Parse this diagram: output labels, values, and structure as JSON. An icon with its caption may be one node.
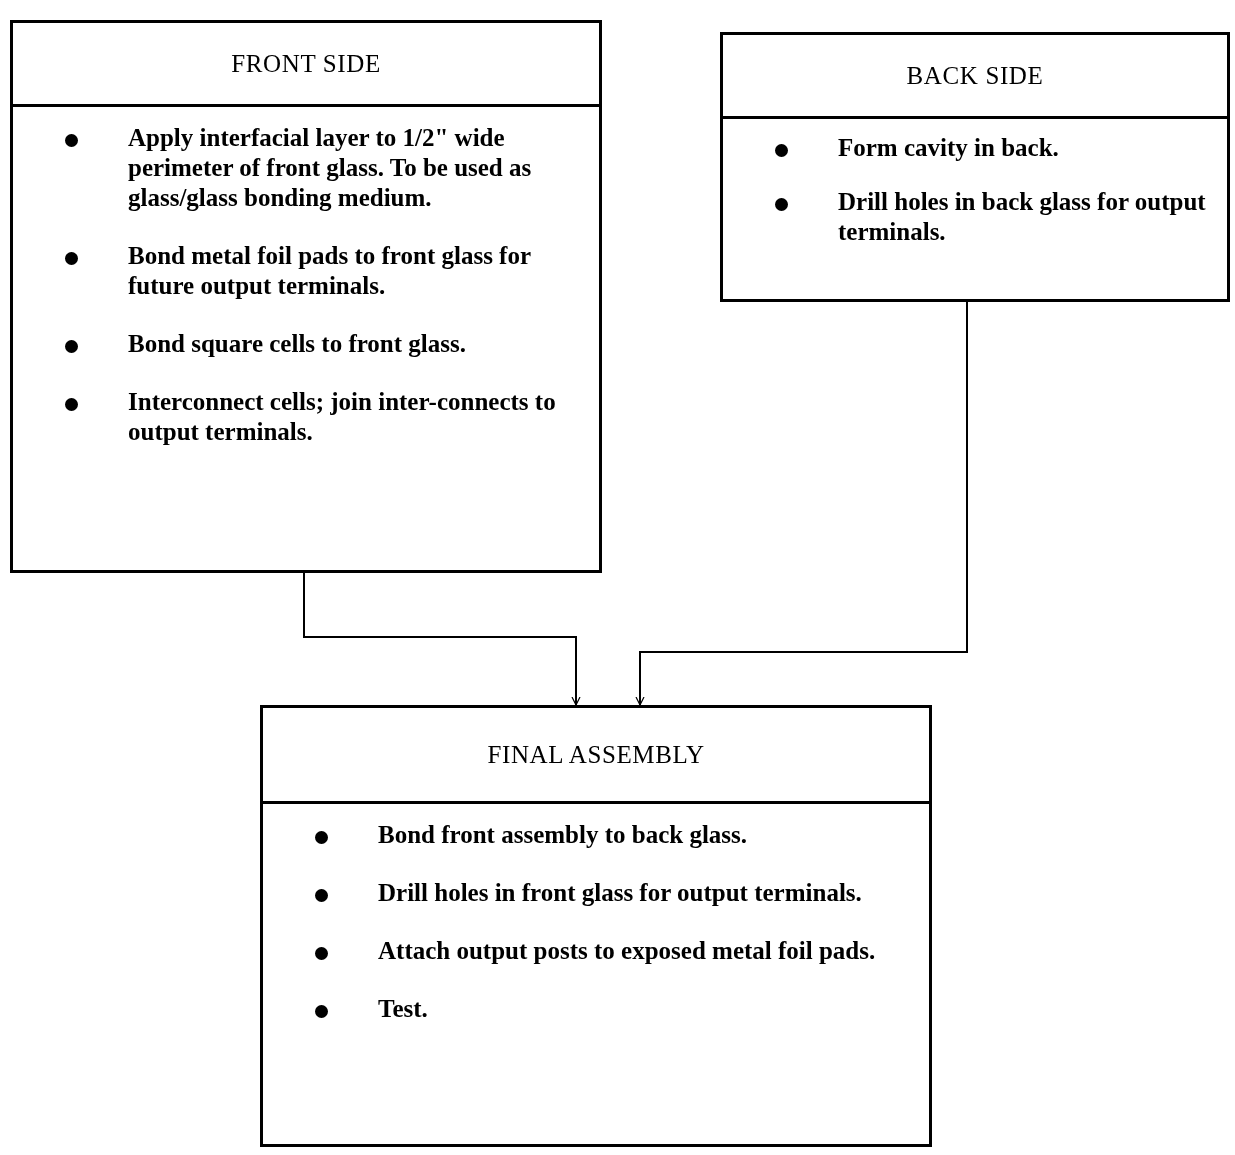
{
  "diagram": {
    "nodes": [
      {
        "text": [
          "FRONT SIDE",
          "Apply interfacial layer to 1/2\" wide perimeter of front glass. To be used as glass/glass bonding medium.",
          "Bond metal foil pads to front glass for future output terminals.",
          "Bond square cells to front glass.",
          "Interconnect cells; join inter-connects to output terminals."
        ]
      },
      {
        "text": [
          "BACK SIDE",
          "Form cavity in back.",
          "Drill holes in back glass for output terminals."
        ]
      },
      {
        "text": [
          "FINAL ASSEMBLY",
          "Bond front assembly to back glass.",
          "Drill holes in front glass for output terminals.",
          "Attach output posts to exposed metal foil pads.",
          "Test."
        ]
      }
    ],
    "edges": [
      {
        "from": 0,
        "to": 2,
        "arrow": "to"
      },
      {
        "from": 1,
        "to": 2,
        "arrow": "to"
      }
    ]
  }
}
